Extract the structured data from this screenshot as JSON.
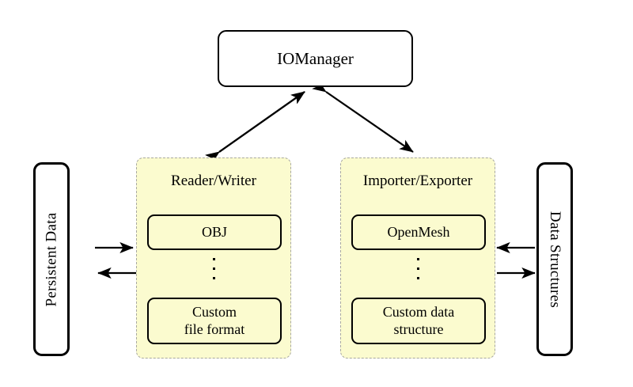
{
  "diagram": {
    "title_node": {
      "label": "IOManager"
    },
    "left_store": {
      "label": "Persistent Data",
      "orientation": "vertical-up"
    },
    "right_store": {
      "label": "Data Structures",
      "orientation": "vertical-down"
    },
    "groups": [
      {
        "id": "reader-writer",
        "title": "Reader/Writer",
        "items": [
          {
            "label": "OBJ"
          },
          {
            "label": "Custom\nfile format",
            "line1": "Custom",
            "line2": "file format"
          }
        ],
        "ellipsis": "⋮"
      },
      {
        "id": "importer-exporter",
        "title": "Importer/Exporter",
        "items": [
          {
            "label": "OpenMesh"
          },
          {
            "label": "Custom data\nstructure",
            "line1": "Custom data",
            "line2": "structure"
          }
        ],
        "ellipsis": "⋮"
      }
    ],
    "connections": [
      {
        "from": "IOManager",
        "to": "Reader/Writer",
        "style": "double-arrow-diagonal"
      },
      {
        "from": "IOManager",
        "to": "Importer/Exporter",
        "style": "double-arrow-diagonal"
      },
      {
        "from": "Persistent Data",
        "to": "Reader/Writer",
        "style": "arrow-right"
      },
      {
        "from": "Reader/Writer",
        "to": "Persistent Data",
        "style": "arrow-left"
      },
      {
        "from": "Data Structures",
        "to": "Importer/Exporter",
        "style": "arrow-left"
      },
      {
        "from": "Importer/Exporter",
        "to": "Data Structures",
        "style": "arrow-right"
      }
    ],
    "colors": {
      "group_fill": "#fbfbcf",
      "group_border": "#a8a8a0",
      "node_border": "#000000",
      "node_fill": "#ffffff",
      "background": "#ffffff"
    }
  }
}
